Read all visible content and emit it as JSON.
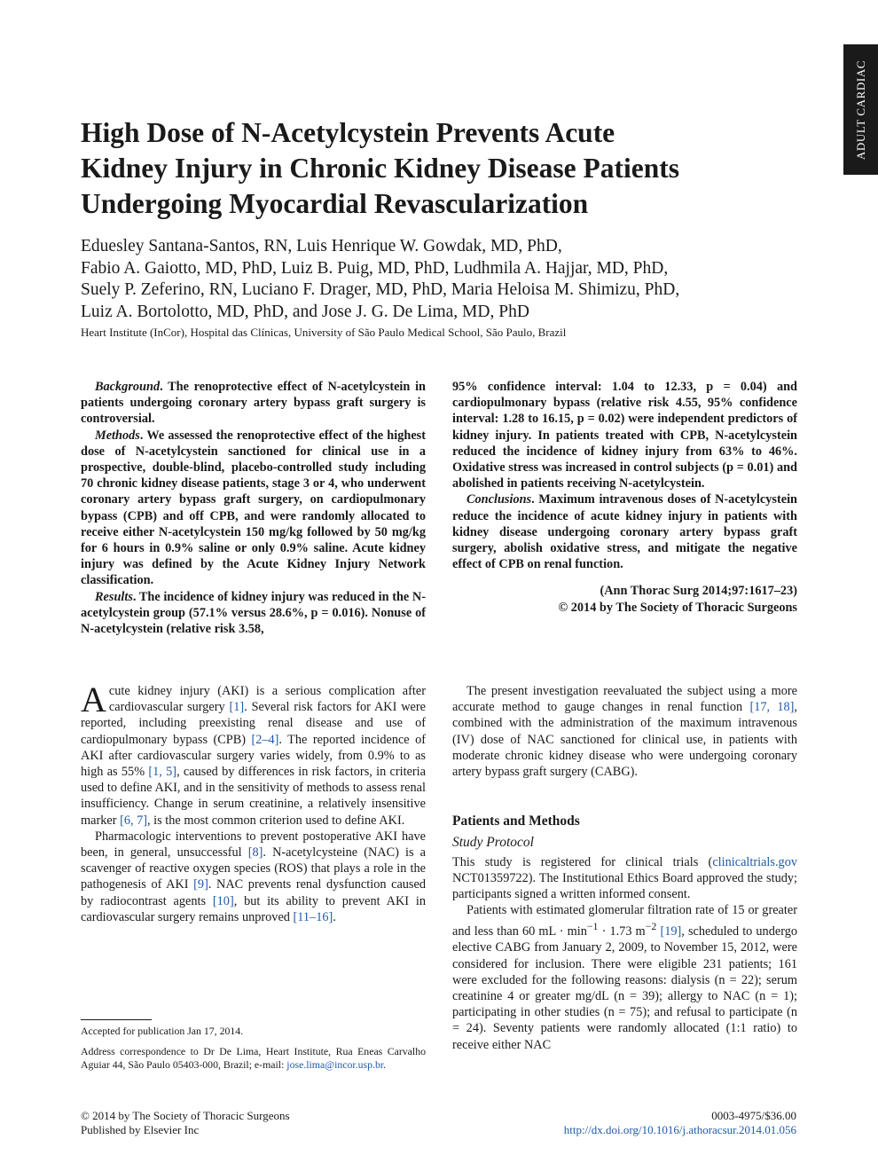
{
  "side_tab": "ADULT CARDIAC",
  "title_lines": [
    "High Dose of N-Acetylcystein Prevents Acute",
    "Kidney Injury in Chronic Kidney Disease Patients",
    "Undergoing Myocardial Revascularization"
  ],
  "author_lines": [
    "Eduesley Santana-Santos, RN, Luis Henrique W. Gowdak, MD, PhD,",
    "Fabio A. Gaiotto, MD, PhD, Luiz B. Puig, MD, PhD, Ludhmila A. Hajjar, MD, PhD,",
    "Suely P. Zeferino, RN, Luciano F. Drager, MD, PhD, Maria Heloisa M. Shimizu, PhD,",
    "Luiz A. Bortolotto, MD, PhD, and Jose J. G. De Lima, MD, PhD"
  ],
  "affiliation": "Heart Institute (InCor), Hospital das Clínicas, University of São Paulo Medical School, São Paulo, Brazil",
  "abstract": {
    "background_label": "Background",
    "background": ". The renoprotective effect of N-acetylcystein in patients undergoing coronary artery bypass graft surgery is controversial.",
    "methods_label": "Methods",
    "methods": ". We assessed the renoprotective effect of the highest dose of N-acetylcystein sanctioned for clinical use in a prospective, double-blind, placebo-controlled study including 70 chronic kidney disease patients, stage 3 or 4, who underwent coronary artery bypass graft surgery, on cardiopulmonary bypass (CPB) and off CPB, and were randomly allocated to receive either N-acetylcystein 150 mg/kg followed by 50 mg/kg for 6 hours in 0.9% saline or only 0.9% saline. Acute kidney injury was defined by the Acute Kidney Injury Network classification.",
    "results_label": "Results",
    "results_left": ". The incidence of kidney injury was reduced in the N-acetylcystein group (57.1% versus 28.6%, p = 0.016). Nonuse of N-acetylcystein (relative risk 3.58,",
    "results_right": "95% confidence interval: 1.04 to 12.33, p = 0.04) and cardiopulmonary bypass (relative risk 4.55, 95% confidence interval: 1.28 to 16.15, p = 0.02) were independent predictors of kidney injury. In patients treated with CPB, N-acetylcystein reduced the incidence of kidney injury from 63% to 46%. Oxidative stress was increased in control subjects (p = 0.01) and abolished in patients receiving N-acetylcystein.",
    "conclusions_label": "Conclusions",
    "conclusions": ". Maximum intravenous doses of N-acetylcystein reduce the incidence of acute kidney injury in patients with kidney disease undergoing coronary artery bypass graft surgery, abolish oxidative stress, and mitigate the negative effect of CPB on renal function.",
    "citation": "(Ann Thorac Surg 2014;97:1617–23)",
    "copyright": "© 2014 by The Society of Thoracic Surgeons"
  },
  "body": {
    "dropcap": "A",
    "p1_a": "cute kidney injury (AKI) is a serious complication after cardiovascular surgery ",
    "p1_ref1": "[1]",
    "p1_b": ". Several risk factors for AKI were reported, including preexisting renal disease and use of cardiopulmonary bypass (CPB) ",
    "p1_ref2": "[2–4]",
    "p1_c": ". The reported incidence of AKI after cardiovascular surgery varies widely, from 0.9% to as high as 55% ",
    "p1_ref3": "[1, 5]",
    "p1_d": ", caused by differences in risk factors, in criteria used to define AKI, and in the sensitivity of methods to assess renal insufficiency. Change in serum creatinine, a relatively insensitive marker ",
    "p1_ref4": "[6, 7]",
    "p1_e": ", is the most common criterion used to define AKI.",
    "p2_a": "Pharmacologic interventions to prevent postoperative AKI have been, in general, unsuccessful ",
    "p2_ref1": "[8]",
    "p2_b": ". N-acetylcysteine (NAC) is a scavenger of reactive oxygen species (ROS) that plays a role in the pathogenesis of AKI ",
    "p2_ref2": "[9]",
    "p2_c": ". NAC prevents renal dysfunction caused by radiocontrast agents ",
    "p2_ref3": "[10]",
    "p2_d": ", but its ability to prevent AKI in cardiovascular surgery remains unproved ",
    "p2_ref4": "[11–16]",
    "p2_e": ".",
    "r1_a": "The present investigation reevaluated the subject using a more accurate method to gauge changes in renal function ",
    "r1_ref": "[17, 18]",
    "r1_b": ", combined with the administration of the maximum intravenous (IV) dose of NAC sanctioned for clinical use, in patients with moderate chronic kidney disease who were undergoing coronary artery bypass graft surgery (CABG).",
    "section_heading": "Patients and Methods",
    "subsection_heading": "Study Protocol",
    "r2_a": "This study is registered for clinical trials (",
    "r2_link": "clinicaltrials.gov",
    "r2_b": " NCT01359722). The Institutional Ethics Board approved the study; participants signed a written informed consent.",
    "r3_a": "Patients with estimated glomerular filtration rate of 15 or greater and less than 60 mL · min",
    "r3_sup1": "−1",
    "r3_b": " · 1.73 m",
    "r3_sup2": "−2",
    "r3_ref": "[19]",
    "r3_c": ", scheduled to undergo elective CABG from January 2, 2009, to November 15, 2012, were considered for inclusion. There were eligible 231 patients; 161 were excluded for the following reasons: dialysis (n = 22); serum creatinine 4 or greater mg/dL (n = 39); allergy to NAC (n = 1); participating in other studies (n = 75); and refusal to participate (n = 24). Seventy patients were randomly allocated (1:1 ratio) to receive either NAC"
  },
  "footnotes": {
    "accepted": "Accepted for publication Jan 17, 2014.",
    "address_a": "Address correspondence to Dr De Lima, Heart Institute, Rua Eneas Carvalho Aguiar 44, São Paulo 05403-000, Brazil; e-mail: ",
    "email": "jose.lima@incor.usp.br",
    "address_b": "."
  },
  "footer": {
    "copyright": "© 2014 by The Society of Thoracic Surgeons",
    "publisher": "Published by Elsevier Inc",
    "issn": "0003-4975/$36.00",
    "doi": "http://dx.doi.org/10.1016/j.athoracsur.2014.01.056"
  }
}
